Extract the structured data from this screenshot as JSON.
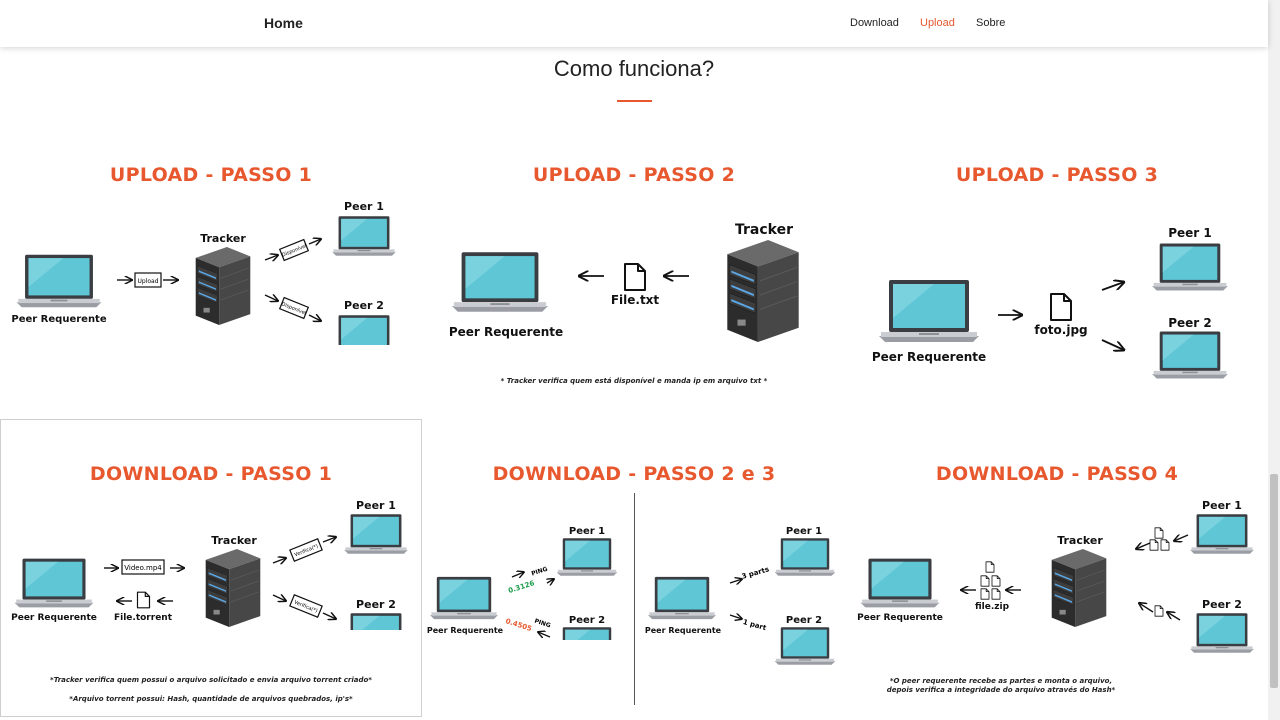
{
  "nav": {
    "brand": "Home",
    "links": [
      "Download",
      "Upload",
      "Sobre"
    ],
    "active": "Upload"
  },
  "section": {
    "title": "Como funciona?"
  },
  "colors": {
    "accent": "#e8582f",
    "screen": "#5fc6d6",
    "ping_green": "#1a9c4a",
    "ping_red": "#e8582f"
  },
  "upload1": {
    "title": "UPLOAD - PASSO 1",
    "peer_req": "Peer Requerente",
    "tracker": "Tracker",
    "peer1": "Peer 1",
    "peer2": "Peer 2",
    "box_upload": "Upload",
    "box_disp1": "Disponível",
    "box_disp2": "Disponível"
  },
  "upload2": {
    "title": "UPLOAD - PASSO 2",
    "tracker": "Tracker",
    "peer_req": "Peer Requerente",
    "file": "File.txt",
    "note": "* Tracker verifica quem está disponível e manda ip em arquivo txt *"
  },
  "upload3": {
    "title": "UPLOAD - PASSO 3",
    "peer_req": "Peer Requerente",
    "file": "foto.jpg",
    "peer1": "Peer 1",
    "peer2": "Peer 2"
  },
  "download1": {
    "title": "DOWNLOAD - PASSO 1",
    "peer_req": "Peer Requerente",
    "tracker": "Tracker",
    "peer1": "Peer 1",
    "peer2": "Peer 2",
    "box_video": "Video.mp4",
    "file": "File.torrent",
    "box_ver1": "Verifica(*)",
    "box_ver2": "Verifica(*)",
    "note1": "*Tracker verifica quem possui o arquivo solicitado e envia arquivo torrent criado*",
    "note2": "*Arquivo torrent possui: Hash, quantidade de arquivos quebrados, ip's*"
  },
  "download23": {
    "title": "DOWNLOAD - PASSO 2 e 3",
    "left": {
      "peer_req": "Peer Requerente",
      "peer1": "Peer 1",
      "peer2": "Peer 2",
      "ping": "PING",
      "ping1_value": "0.3126",
      "ping2_value": "0.4505"
    },
    "right": {
      "peer_req": "Peer Requerente",
      "peer1": "Peer 1",
      "peer2": "Peer 2",
      "parts1": "3 parts",
      "parts2": "1 part"
    }
  },
  "download4": {
    "title": "DOWNLOAD - PASSO 4",
    "peer_req": "Peer Requerente",
    "tracker": "Tracker",
    "file": "file.zip",
    "peer1": "Peer 1",
    "peer2": "Peer 2",
    "note_line1": "*O peer requerente recebe as partes e monta o arquivo,",
    "note_line2": "depois verifica a integridade do arquivo através do Hash*"
  }
}
